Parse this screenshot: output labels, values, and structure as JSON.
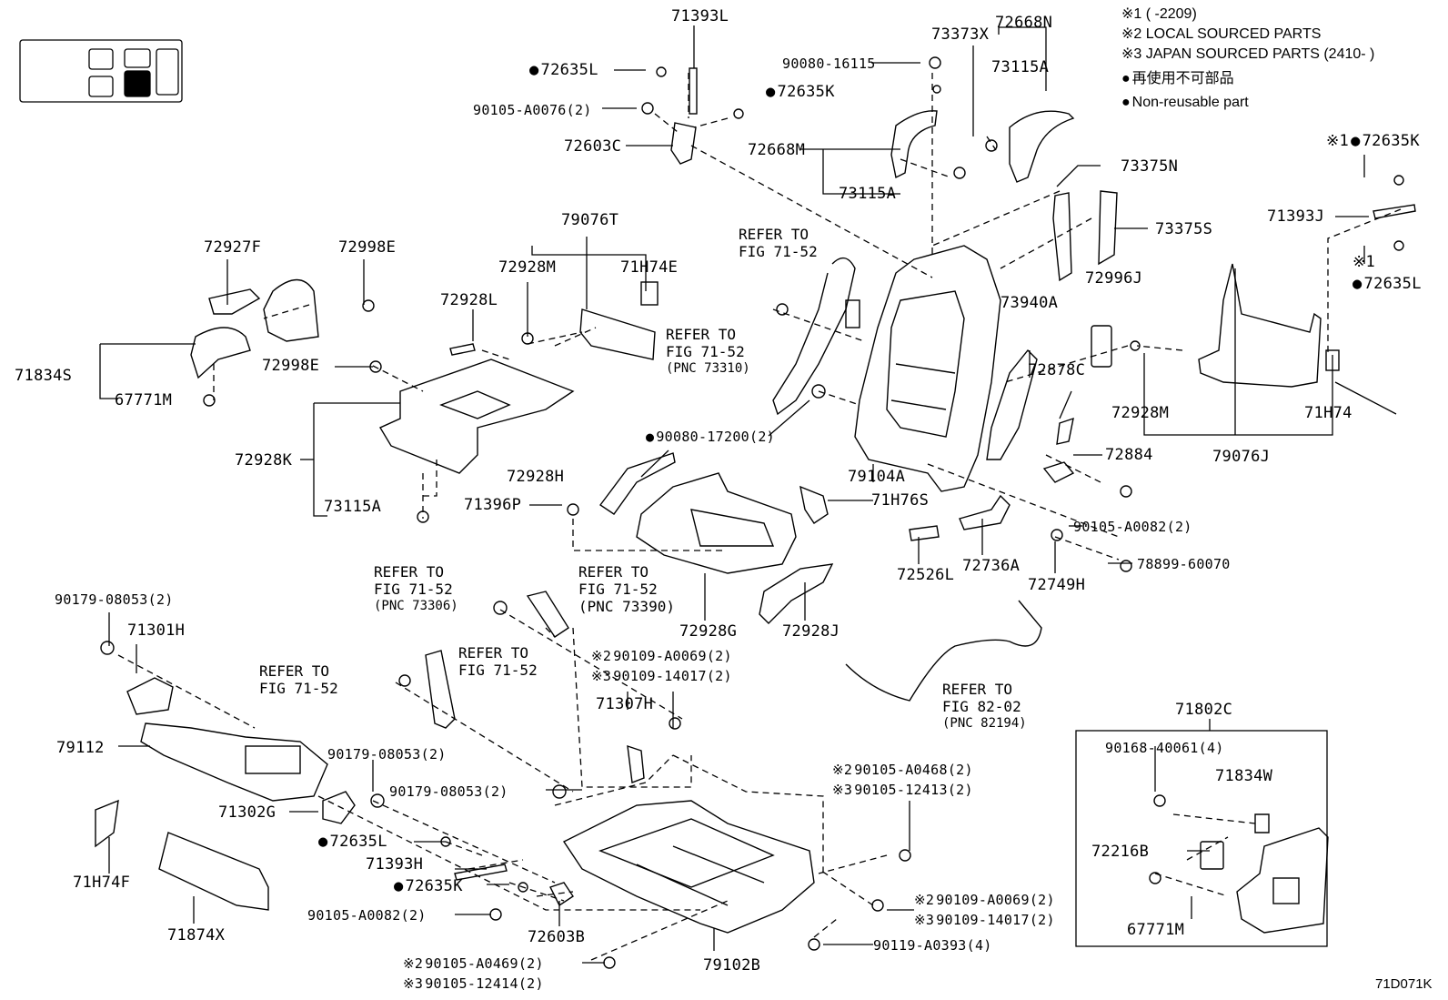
{
  "diagram_code": "71D071K",
  "notes": {
    "n1": "※1 (      -2209)",
    "n2": "※2 LOCAL SOURCED PARTS",
    "n3": "※3 JAPAN SOURCED PARTS (2410-    )",
    "legend_jp": "再使用不可部品",
    "legend_en": "Non-reusable part"
  },
  "parts": {
    "p71393L": "71393L",
    "p73373X": "73373X",
    "p72668N": "72668N",
    "p72635L_a": "72635L",
    "p90080_16115": "90080-16115",
    "p73115A_a": "73115A",
    "p72635K_a": "72635K",
    "p90105_A0076": "90105-A0076(2)",
    "p72603C": "72603C",
    "p72668M": "72668M",
    "p73115A_b": "73115A",
    "p73375N": "73375N",
    "p72635K_b": "72635K",
    "p71393J": "71393J",
    "p72635L_b": "72635L",
    "p73375S": "73375S",
    "p79076T": "79076T",
    "p72927F": "72927F",
    "p72998E_a": "72998E",
    "p72928M_a": "72928M",
    "p71H74E": "71H74E",
    "p72928L": "72928L",
    "p73940A": "73940A",
    "p72996J": "72996J",
    "p71834S": "71834S",
    "p72998E_b": "72998E",
    "p67771M_a": "67771M",
    "p72878C": "72878C",
    "p72928M_b": "72928M",
    "p71H74": "71H74",
    "p72928K": "72928K",
    "p90080_17200": "90080-17200(2)",
    "p72884": "72884",
    "p79076J": "79076J",
    "p72928H": "72928H",
    "p79104A": "79104A",
    "p73115A_c": "73115A",
    "p71396P": "71396P",
    "p71H76S": "71H76S",
    "p90105_A0082_a": "90105-A0082(2)",
    "p78899_60070": "78899-60070",
    "p72526L": "72526L",
    "p72736A": "72736A",
    "p72749H": "72749H",
    "p72928G": "72928G",
    "p72928J": "72928J",
    "p90179_08053_a": "90179-08053(2)",
    "p71301H": "71301H",
    "p90109_A0069_a": "90109-A0069(2)",
    "p90109_14017_a": "90109-14017(2)",
    "p71307H": "71307H",
    "p71802C": "71802C",
    "p90168_40061": "90168-40061(4)",
    "p71834W": "71834W",
    "p79112": "79112",
    "p90179_08053_b": "90179-08053(2)",
    "p90179_08053_c": "90179-08053(2)",
    "p90105_A0468": "90105-A0468(2)",
    "p90105_12413": "90105-12413(2)",
    "p71302G": "71302G",
    "p72216B": "72216B",
    "p72635L_c": "72635L",
    "p71393H": "71393H",
    "p71H74F": "71H74F",
    "p72635K_c": "72635K",
    "p90109_A0069_b": "90109-A0069(2)",
    "p90109_14017_b": "90109-14017(2)",
    "p67771M_b": "67771M",
    "p90105_A0082_b": "90105-A0082(2)",
    "p72603B": "72603B",
    "p71874X": "71874X",
    "p90119_A0393": "90119-A0393(4)",
    "p90105_A0469": "90105-A0469(2)",
    "p90105_12414": "90105-12414(2)",
    "p79102B": "79102B"
  },
  "marks": {
    "m1": "※1",
    "m2": "※2",
    "m3": "※3"
  },
  "refs": {
    "r1": {
      "line1": "REFER TO",
      "line2": "FIG 71-52"
    },
    "r2": {
      "line1": "REFER TO",
      "line2": "FIG 71-52",
      "pnc": "(PNC 73310)"
    },
    "r3": {
      "line1": "REFER TO",
      "line2": "FIG 71-52",
      "pnc": "(PNC 73306)"
    },
    "r4": {
      "line1": "REFER TO",
      "line2": "FIG 71-52",
      "pnc": "(PNC 73390)"
    },
    "r5": {
      "line1": "REFER TO",
      "line2": "FIG 71-52"
    },
    "r6": {
      "line1": "REFER TO",
      "line2": "FIG 71-52"
    },
    "r7": {
      "line1": "REFER TO",
      "line2": "FIG 82-02",
      "pnc": "(PNC 82194)"
    }
  }
}
